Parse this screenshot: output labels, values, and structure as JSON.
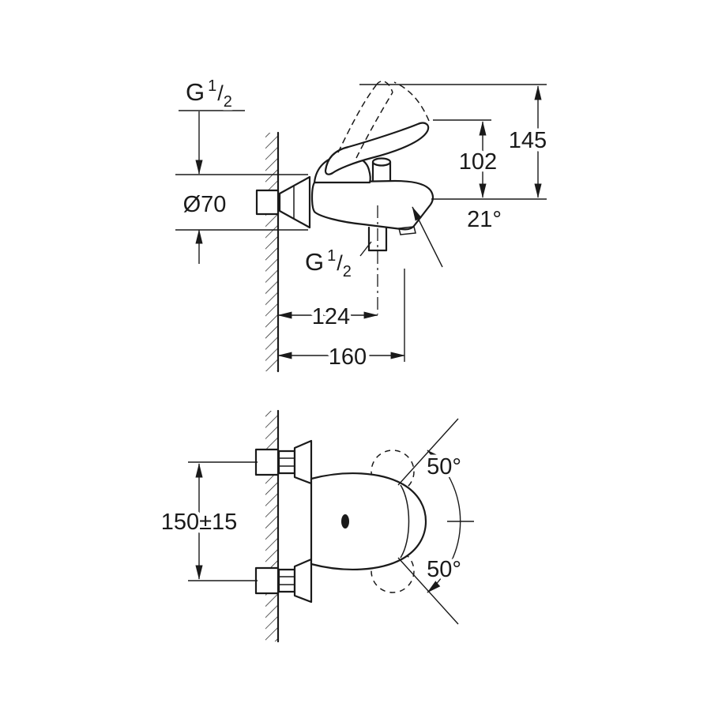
{
  "meta": {
    "drawing_type": "wall-mounted single-lever bath mixer installation drawing",
    "background": "#ffffff",
    "line_color": "#1a1a1a"
  },
  "side_view": {
    "thread_top": {
      "prefix": "G",
      "numerator": "1",
      "slash": "/",
      "denominator": "2"
    },
    "diameter": "Ø70",
    "height_to_lever": "102",
    "height_total": "145",
    "spout_angle": "21°",
    "thread_bottom": {
      "prefix": "G",
      "numerator": "1",
      "slash": "/",
      "denominator": "2"
    },
    "projection_to_outlet": "124",
    "projection_total": "160"
  },
  "front_view": {
    "hole_distance": "150±15",
    "swing_angle_up": "50°",
    "swing_angle_down": "50°"
  }
}
